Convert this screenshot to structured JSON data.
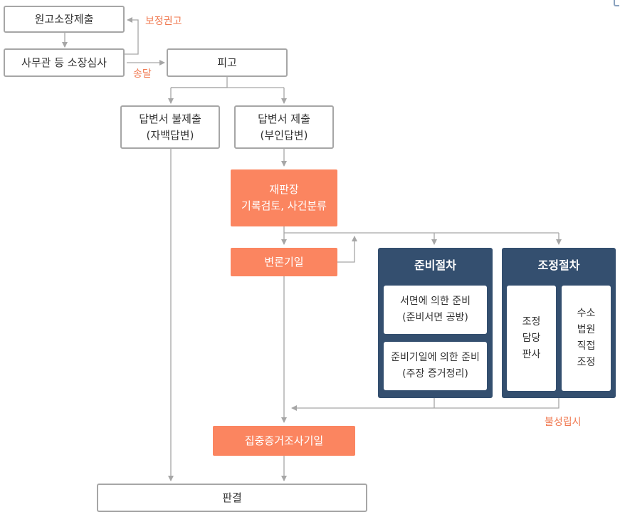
{
  "nodes": {
    "complaint": "원고소장제출",
    "review": "사무관 등 소장심사",
    "defendant": "피고",
    "no_answer_1": "답변서 불제출",
    "no_answer_2": "(자백답변)",
    "answer_1": "답변서 제출",
    "answer_2": "(부인답변)",
    "presiding_1": "재판장",
    "presiding_2": "기록검토, 사건분류",
    "pleading_date": "변론기일",
    "intensive_evidence": "집중증거조사기일",
    "judgment": "판결"
  },
  "preparation": {
    "title": "준비절차",
    "written_1": "서면에 의한 준비",
    "written_2": "(준비서면 공방)",
    "hearing_1": "준비기일에 의한 준비",
    "hearing_2": "(주장 증거정리)"
  },
  "mediation": {
    "title": "조정절차",
    "judge_lines": [
      "조정",
      "담당",
      "판사"
    ],
    "court_lines": [
      "수소",
      "법원",
      "직접",
      "조정"
    ]
  },
  "labels": {
    "correction": "보정권고",
    "delivery": "송달",
    "failed": "불성립시"
  },
  "colors": {
    "accent": "#fb8560",
    "navy": "#344f6f",
    "line": "#a6a6a6",
    "label": "#f0784f"
  }
}
